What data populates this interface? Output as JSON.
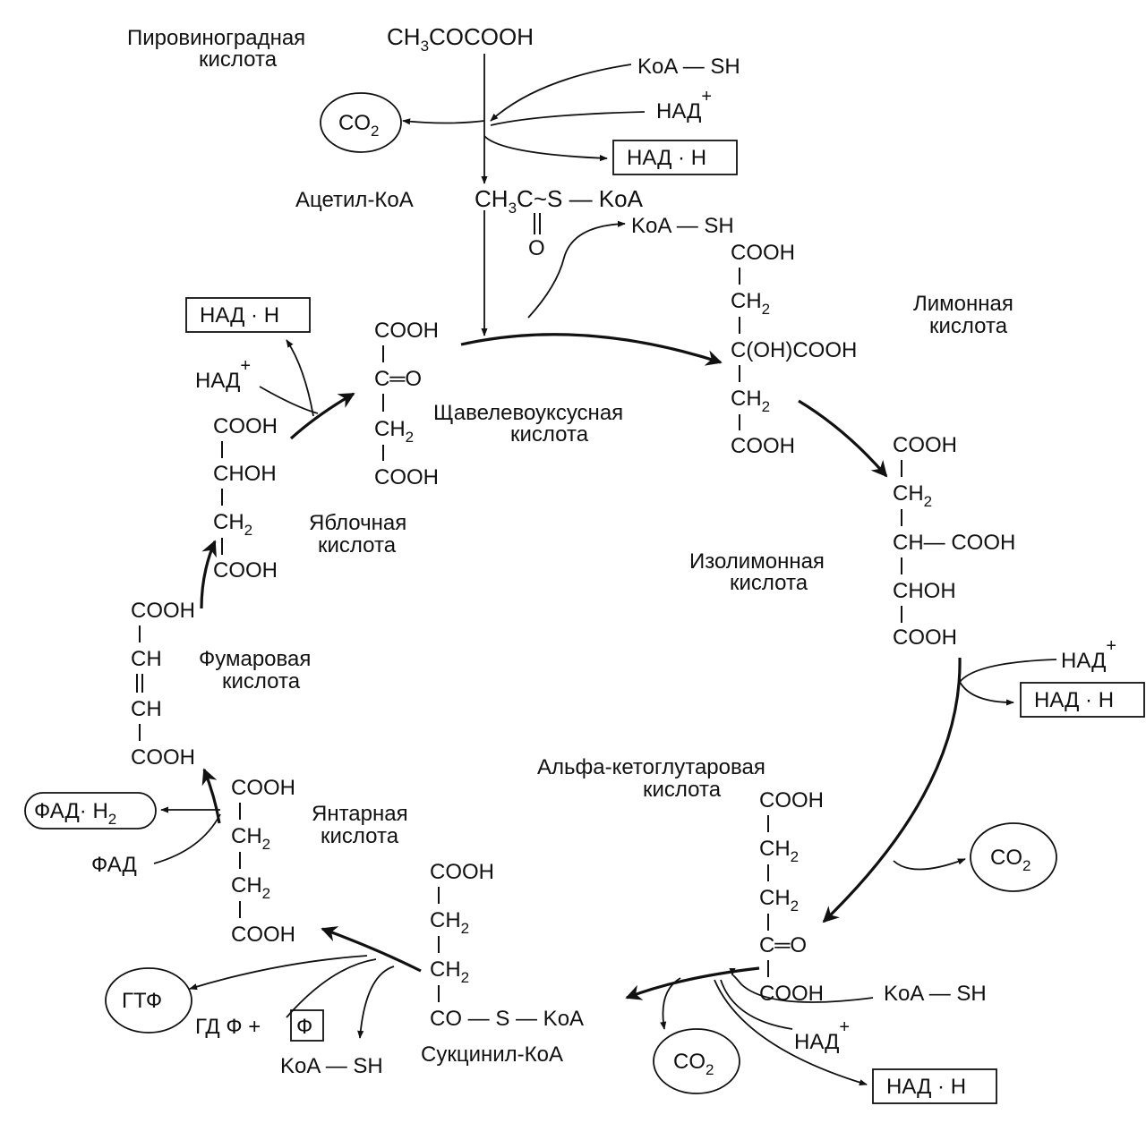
{
  "pyruvate": {
    "name1": "Пировиноградная",
    "name2": "кислота",
    "formula": "CH3COCOOH"
  },
  "acetyl": {
    "name": "Ацетил-КоА",
    "formula_a": "CH",
    "formula_b": "C",
    "formula_c": "S — KoA",
    "oxygen": "O"
  },
  "oxaloacetate": {
    "name1": "Щавелевоуксусная",
    "name2": "кислота",
    "cooh_top": "COOH",
    "keto": "C═O",
    "ch2": "CH",
    "cooh_bottom": "COOH"
  },
  "citrate": {
    "name1": "Лимонная",
    "name2": "кислота",
    "cooh_top": "COOH",
    "ch2_top": "CH",
    "center": "C(OH)COOH",
    "ch2_bottom": "CH",
    "cooh_bottom": "COOH"
  },
  "isocitrate": {
    "name1": "Изолимонная",
    "name2": "кислота",
    "cooh_top": "COOH",
    "ch2": "CH",
    "ch": "CH— COOH",
    "chon": "CHOH",
    "cooh_bottom": "COOH"
  },
  "akg": {
    "name1": "Альфа-кетоглутаровая",
    "name2": "кислота",
    "cooh_top": "COOH",
    "ch2a": "CH",
    "ch2b": "CH",
    "keto": "C═O",
    "cooh_bottom": "COOH"
  },
  "succinyl": {
    "name": "Сукцинил-КоА",
    "cooh_top": "COOH",
    "ch2a": "CH",
    "ch2b": "CH",
    "co": "CO — S — KoA"
  },
  "succinate": {
    "name1": "Янтарная",
    "name2": "кислота",
    "cooh_top": "COOH",
    "ch2a": "CH",
    "ch2b": "CH",
    "cooh_bottom": "COOH"
  },
  "fumarate": {
    "name1": "Фумаровая",
    "name2": "кислота",
    "cooh_top": "COOH",
    "ch_top": "CH",
    "ch_bottom": "CH",
    "cooh_bottom": "COOH"
  },
  "malate": {
    "name1": "Яблочная",
    "name2": "кислота",
    "cooh_top": "COOH",
    "chon": "CHOH",
    "ch2": "CH",
    "cooh_bottom": "COOH"
  },
  "cofactors": {
    "coa_sh_1": "KoA — SH",
    "nad_1": "НАД",
    "nadh_1": "НАД · Н",
    "co2_1": "CO",
    "coa_sh_2": "KoA — SH",
    "nad_2": "НАД",
    "nadh_2": "НАД · Н",
    "nad_3": "НАД",
    "nadh_3": "НАД · Н",
    "co2_2": "CO",
    "coa_sh_3": "KoA — SH",
    "nad_4": "НАД",
    "nadh_4": "НАД · Н",
    "co2_3": "CO",
    "gtp": "ГТФ",
    "gdp": "ГД Ф +",
    "phosphate": "Ф",
    "coa_sh_4": "KoA — SH",
    "fad": "ФАД",
    "fadh2": "ФАД· Н"
  },
  "symbols": {
    "sub3": "3",
    "sub2": "2",
    "plus": "+",
    "tilde": "~"
  }
}
